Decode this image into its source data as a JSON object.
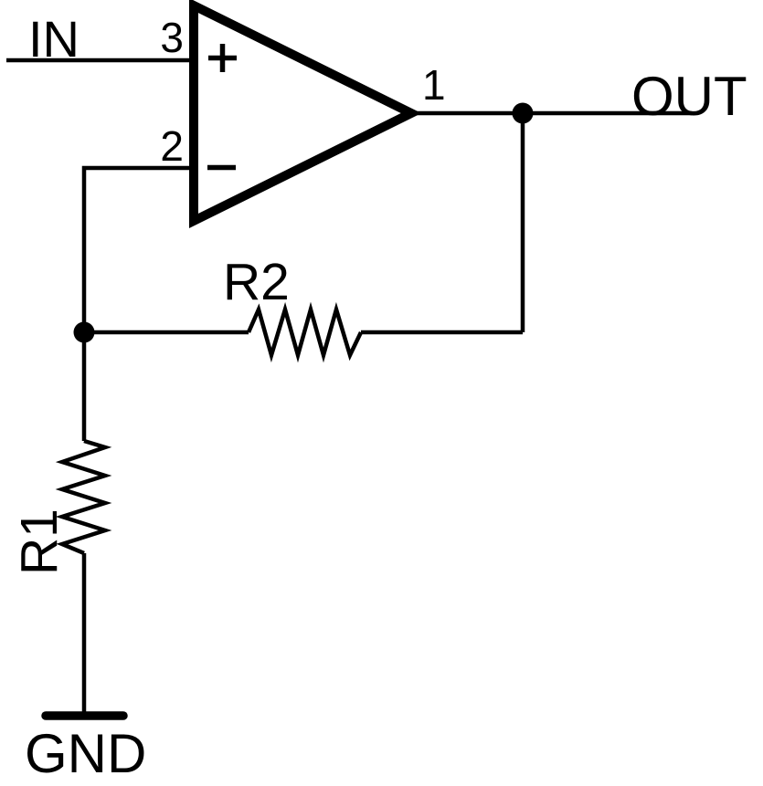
{
  "colors": {
    "background": "#ffffff",
    "ink": "#000000"
  },
  "net_labels": {
    "input": "IN",
    "output": "OUT",
    "ground": "GND"
  },
  "opamp": {
    "pin_noninverting": "3",
    "pin_inverting": "2",
    "pin_output": "1",
    "plus_icon": "+",
    "minus_icon": "−"
  },
  "resistors": {
    "r1": "R1",
    "r2": "R2"
  }
}
